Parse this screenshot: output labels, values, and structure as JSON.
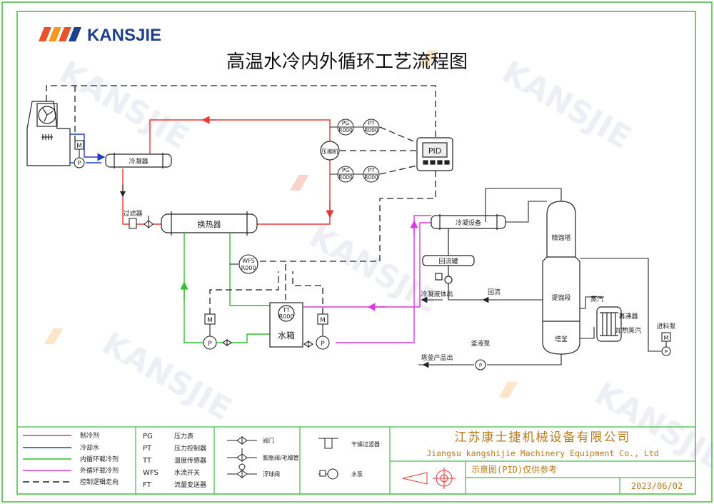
{
  "brand": {
    "logo_text": "KANSJIE",
    "watermark": "KANSJIE",
    "colors": [
      "#e8522c",
      "#f39a1e",
      "#1e3f8c"
    ]
  },
  "title": "高温水冷内外循环工艺流程图",
  "equipment": {
    "condenser": "冷凝器",
    "heat_exchanger": "换热器",
    "filter": "过滤器",
    "compressor": "压缩机",
    "pid": "PID",
    "condensing_device": "冷凝设备",
    "reflux_tank": "回流罐",
    "condensate_out": "冷凝液体出",
    "reflux": "回流",
    "rectifying": "精馏塔",
    "stripping": "提馏段",
    "kettle": "塔釜",
    "steam": "蒸汽",
    "reboiler": "再沸器",
    "heating_steam": "加热蒸汽",
    "feed_pump": "进料泵",
    "kettle_pump": "釜液泵",
    "product_out": "塔釜产品出",
    "water_tank": "水箱"
  },
  "instruments": {
    "pg": "PG",
    "pt": "PT",
    "r000": "R000",
    "tt": "TT",
    "wfs": "WFS",
    "m": "M",
    "p": "P"
  },
  "legend": {
    "lines": [
      {
        "label": "制冷剂",
        "color": "#e53935"
      },
      {
        "label": "冷却水",
        "color": "#1f3fbf"
      },
      {
        "label": "内循环载冷剂",
        "color": "#2fbf2f"
      },
      {
        "label": "外循环载冷剂",
        "color": "#d83be0"
      },
      {
        "label": "控制逻辑走向",
        "color": "#222222"
      }
    ],
    "abbrev": [
      {
        "code": "PG",
        "desc": "压力表"
      },
      {
        "code": "PT",
        "desc": "压力控制器"
      },
      {
        "code": "TT",
        "desc": "温度传感器"
      },
      {
        "code": "WFS",
        "desc": "水流开关"
      },
      {
        "code": "FT",
        "desc": "流量变送器"
      }
    ],
    "symbols": [
      "阀门",
      "膨胀阀/毛细管",
      "浮球阀"
    ],
    "symbols2": [
      "干燥过滤器",
      "水泵"
    ]
  },
  "titleblock": {
    "company_cn": "江苏康士捷机械设备有限公司",
    "company_en": "Jiangsu kangshijie Machinery Equipment Co., Ltd",
    "note": "示意图(PID)仅供参考",
    "date": "2023/06/02"
  }
}
